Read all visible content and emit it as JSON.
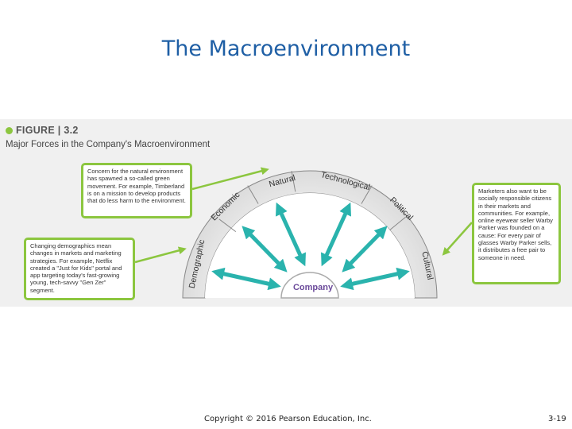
{
  "slide": {
    "title": "The Macroenvironment",
    "footer_copyright": "Copyright © 2016 Pearson Education, Inc.",
    "page_number": "3-19"
  },
  "figure": {
    "label": "FIGURE | 3.2",
    "subtitle": "Major Forces in the Company's Macroenvironment",
    "center_label": "Company",
    "forces": [
      "Demographic",
      "Economic",
      "Natural",
      "Technological",
      "Political",
      "Cultural"
    ],
    "callouts": {
      "natural": "Concern for the natural environment has spawned a so-called green movement. For example, Timberland is on a mission to develop products that do less harm to the environment.",
      "demographic": "Changing demographics mean changes in markets and marketing strategies. For example, Netflix created a \"Just for Kids\" portal and app targeting today's fast-growing young, tech-savvy \"Gen Zer\" segment.",
      "cultural": "Marketers also want to be socially responsible citizens in their markets and communities. For example, online eyewear seller Warby Parker was founded on a cause: For every pair of glasses Warby Parker sells, it distributes a free pair to someone in need."
    },
    "colors": {
      "arrow": "#2ab3ad",
      "callout_border": "#8cc63f",
      "title": "#1f5fa5"
    }
  }
}
